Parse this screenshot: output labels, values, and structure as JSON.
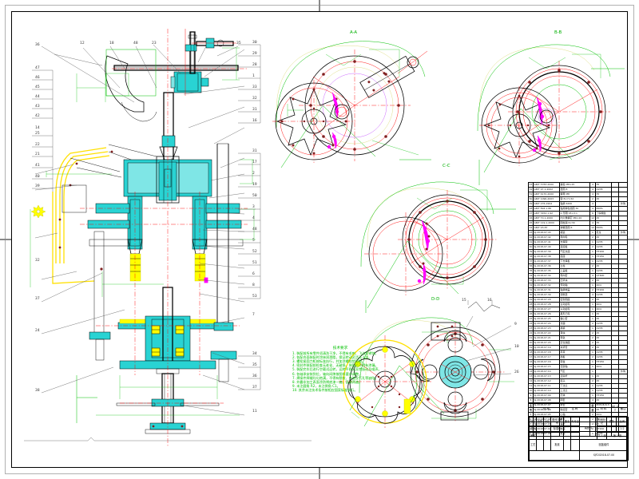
{
  "sheet": {
    "format": "A1 landscape technical drawing",
    "background": "#ffffff",
    "border_color": "#000000",
    "outer_frame_color": "#b0b0b0"
  },
  "colors": {
    "outline": "#000000",
    "centerline": "#ff0000",
    "dimension": "#00c000",
    "highlight_yellow": "#ffff00",
    "body_cyan": "#00c8c8",
    "magenta": "#ff00ff",
    "construction": "#e8e8a0"
  },
  "views": [
    {
      "id": "main",
      "caption": "",
      "note": "main sectional assembly elevation"
    },
    {
      "id": "aa",
      "caption": "A-A",
      "note": "star cam and flange plan"
    },
    {
      "id": "bb",
      "caption": "B-B",
      "note": "star cam and bearing ring plan"
    },
    {
      "id": "cc",
      "caption": "C-C",
      "note": "twin ring plan"
    },
    {
      "id": "dd",
      "caption": "D-D",
      "note": "rotor and carrier plan"
    }
  ],
  "notes": {
    "title": "技术要求",
    "lines": [
      "1. 装配前所有零件须清洗干净，不得有毛刺、飞边及锈蚀。",
      "2. 各配合面装配时涂抹润滑脂，保证转动灵活无卡滞。",
      "3. 螺栓紧固力矩按标准执行，并加涂螺纹锁固胶。",
      "4. 密封件装配前检查无老化、无破损，装配后不得有渗漏。",
      "5. 装配完毕后进行空载试运转，运转平稳无异常振动及噪声。",
      "6. 各轴承安装到位，轴向间隙按图样要求调整。",
      "7. 焊接件焊缝均匀饱满，不得有裂纹、夹渣及气孔等缺陷。",
      "8. 外露非加工表面涂防锈底漆一遍，面漆两遍。",
      "9. 未注圆角 R2，未注倒角 C1。",
      "10. 其余未注技术条件按相应国家标准执行。"
    ]
  },
  "balloons": {
    "left_column_top": [
      "36",
      "47",
      "46",
      "45",
      "44",
      "43",
      "42",
      "25",
      "22",
      "21",
      "41",
      "40",
      "39",
      "14"
    ],
    "left_column_bottom": [
      "32",
      "37",
      "24",
      "38"
    ],
    "top_row": [
      "12",
      "18",
      "48",
      "23",
      "35"
    ],
    "right_column": [
      "30",
      "29",
      "28",
      "1",
      "33",
      "32",
      "31",
      "16",
      "31",
      "17",
      "2",
      "19",
      "50",
      "3",
      "4",
      "48",
      "5",
      "52",
      "51",
      "6",
      "8",
      "53",
      "7",
      "34",
      "35",
      "36",
      "37",
      "11"
    ],
    "bottom_right": [
      "9",
      "10",
      "26"
    ],
    "dd_view": [
      "15",
      "16"
    ]
  },
  "bom": {
    "headers": [
      "序号",
      "代 号",
      "名 称",
      "数量",
      "材 料",
      "单件  总计",
      "备注"
    ],
    "header_group_label": "重量",
    "rows": [
      {
        "no": "53",
        "code": "GB/T 5783-2000",
        "name": "螺栓 M8×25",
        "qty": "4",
        "mat": "35",
        "w1": "",
        "w2": "",
        "rem": ""
      },
      {
        "no": "52",
        "code": "GB/T 97.1-2002",
        "name": "垫圈 8",
        "qty": "4",
        "mat": "Q235",
        "w1": "",
        "w2": "",
        "rem": ""
      },
      {
        "no": "51",
        "code": "GB/T 6170-2000",
        "name": "螺母 M8",
        "qty": "4",
        "mat": "35",
        "w1": "",
        "w2": "",
        "rem": ""
      },
      {
        "no": "50",
        "code": "GB/T 1096-2003",
        "name": "键 8×7×32",
        "qty": "2",
        "mat": "45",
        "w1": "",
        "w2": "",
        "rem": ""
      },
      {
        "no": "49",
        "code": "GB/T 276-1994",
        "name": "轴承 6206",
        "qty": "4",
        "mat": "",
        "w1": "",
        "w2": "",
        "rem": "外购"
      },
      {
        "no": "48",
        "code": "GB/T 894.1-86",
        "name": "轴用弹性挡圈 30",
        "qty": "4",
        "mat": "65Mn",
        "w1": "",
        "w2": "",
        "rem": ""
      },
      {
        "no": "47",
        "code": "GB/T 3452.1-92",
        "name": "O 形圈 45×3.1",
        "qty": "6",
        "mat": "丁腈橡胶",
        "w1": "",
        "w2": "",
        "rem": ""
      },
      {
        "no": "46",
        "code": "GB/T 70.1-2000",
        "name": "内六角螺钉 M6×20",
        "qty": "12",
        "mat": "45",
        "w1": "",
        "w2": "",
        "rem": ""
      },
      {
        "no": "45",
        "code": "GB/T 119.1-2000",
        "name": "圆柱销 6×30",
        "qty": "4",
        "mat": "35",
        "w1": "",
        "w2": "",
        "rem": ""
      },
      {
        "no": "44",
        "code": "GB/T 93-87",
        "name": "弹簧垫圈 6",
        "qty": "12",
        "mat": "65Mn",
        "w1": "",
        "w2": "",
        "rem": ""
      },
      {
        "no": "43",
        "code": "SJ-2018-07-43",
        "name": "拖链",
        "qty": "1",
        "mat": "尼龙",
        "w1": "",
        "w2": "",
        "rem": "外购"
      },
      {
        "no": "42",
        "code": "SJ-2018-07-42",
        "name": "导向轮",
        "qty": "2",
        "mat": "45",
        "w1": "",
        "w2": "",
        "rem": ""
      },
      {
        "no": "41",
        "code": "SJ-2018-07-41",
        "name": "支撑架",
        "qty": "1",
        "mat": "Q235",
        "w1": "",
        "w2": "",
        "rem": ""
      },
      {
        "no": "40",
        "code": "SJ-2018-07-40",
        "name": "连接板",
        "qty": "2",
        "mat": "Q235",
        "w1": "",
        "w2": "",
        "rem": ""
      },
      {
        "no": "39",
        "code": "SJ-2018-07-39",
        "name": "气缸支座",
        "qty": "1",
        "mat": "HT200",
        "w1": "",
        "w2": "",
        "rem": ""
      },
      {
        "no": "38",
        "code": "SJ-2018-07-38",
        "name": "底座",
        "qty": "1",
        "mat": "HT250",
        "w1": "",
        "w2": "",
        "rem": ""
      },
      {
        "no": "37",
        "code": "SJ-2018-07-37",
        "name": "下支撑板",
        "qty": "1",
        "mat": "Q235",
        "w1": "",
        "w2": "",
        "rem": ""
      },
      {
        "no": "36",
        "code": "SJ-2018-07-36",
        "name": "立柱",
        "qty": "2",
        "mat": "45",
        "w1": "",
        "w2": "",
        "rem": ""
      },
      {
        "no": "35",
        "code": "SJ-2018-07-35",
        "name": "上盖板",
        "qty": "1",
        "mat": "Q235",
        "w1": "",
        "w2": "",
        "rem": ""
      },
      {
        "no": "34",
        "code": "SJ-2018-07-34",
        "name": "导向套",
        "qty": "4",
        "mat": "QT600",
        "w1": "",
        "w2": "",
        "rem": ""
      },
      {
        "no": "33",
        "code": "SJ-2018-07-33",
        "name": "压紧块",
        "qty": "2",
        "mat": "45",
        "w1": "",
        "w2": "",
        "rem": ""
      },
      {
        "no": "32",
        "code": "SJ-2018-07-32",
        "name": "传动轴",
        "qty": "1",
        "mat": "40Cr",
        "w1": "",
        "w2": "",
        "rem": ""
      },
      {
        "no": "31",
        "code": "SJ-2018-07-31",
        "name": "轴承端盖",
        "qty": "2",
        "mat": "HT200",
        "w1": "",
        "w2": "",
        "rem": ""
      },
      {
        "no": "30",
        "code": "SJ-2018-07-30",
        "name": "调整垫",
        "qty": "4",
        "mat": "Q235",
        "w1": "",
        "w2": "",
        "rem": ""
      },
      {
        "no": "29",
        "code": "SJ-2018-07-29",
        "name": "密封圈座",
        "qty": "2",
        "mat": "45",
        "w1": "",
        "w2": "",
        "rem": ""
      },
      {
        "no": "28",
        "code": "SJ-2018-07-28",
        "name": "主动齿轮",
        "qty": "1",
        "mat": "40Cr",
        "w1": "",
        "w2": "",
        "rem": ""
      },
      {
        "no": "27",
        "code": "SJ-2018-07-27",
        "name": "从动齿轮",
        "qty": "1",
        "mat": "40Cr",
        "w1": "",
        "w2": "",
        "rem": ""
      },
      {
        "no": "26",
        "code": "SJ-2018-07-26",
        "name": "星形凸轮",
        "qty": "1",
        "mat": "45",
        "w1": "",
        "w2": "",
        "rem": ""
      },
      {
        "no": "25",
        "code": "SJ-2018-07-25",
        "name": "偏心套",
        "qty": "1",
        "mat": "45",
        "w1": "",
        "w2": "",
        "rem": ""
      },
      {
        "no": "24",
        "code": "SJ-2018-07-24",
        "name": "支腿",
        "qty": "2",
        "mat": "Q235",
        "w1": "",
        "w2": "",
        "rem": ""
      },
      {
        "no": "23",
        "code": "SJ-2018-07-23",
        "name": "横梁",
        "qty": "1",
        "mat": "Q235",
        "w1": "",
        "w2": "",
        "rem": ""
      },
      {
        "no": "22",
        "code": "SJ-2018-07-22",
        "name": "滑块",
        "qty": "2",
        "mat": "45",
        "w1": "",
        "w2": "",
        "rem": ""
      },
      {
        "no": "21",
        "code": "SJ-2018-07-21",
        "name": "导轨",
        "qty": "2",
        "mat": "45",
        "w1": "",
        "w2": "",
        "rem": ""
      },
      {
        "no": "20",
        "code": "SJ-2018-07-20",
        "name": "定位销座",
        "qty": "2",
        "mat": "45",
        "w1": "",
        "w2": "",
        "rem": ""
      },
      {
        "no": "19",
        "code": "SJ-2018-07-19",
        "name": "夹紧臂",
        "qty": "2",
        "mat": "45",
        "w1": "",
        "w2": "",
        "rem": ""
      },
      {
        "no": "18",
        "code": "SJ-2018-07-18",
        "name": "吊耳",
        "qty": "1",
        "mat": "Q235",
        "w1": "",
        "w2": "",
        "rem": ""
      },
      {
        "no": "17",
        "code": "SJ-2018-07-17",
        "name": "挡板",
        "qty": "2",
        "mat": "Q235",
        "w1": "",
        "w2": "",
        "rem": ""
      },
      {
        "no": "16",
        "code": "SJ-2018-07-16",
        "name": "转盘",
        "qty": "1",
        "mat": "HT250",
        "w1": "",
        "w2": "",
        "rem": ""
      },
      {
        "no": "15",
        "code": "SJ-2018-07-15",
        "name": "花键轴",
        "qty": "1",
        "mat": "40Cr",
        "w1": "",
        "w2": "",
        "rem": ""
      },
      {
        "no": "14",
        "code": "SJ-2018-07-14",
        "name": "气缸",
        "qty": "1",
        "mat": "",
        "w1": "",
        "w2": "",
        "rem": "外购"
      },
      {
        "no": "13",
        "code": "SJ-2018-07-13",
        "name": "活塞杆",
        "qty": "1",
        "mat": "45",
        "w1": "",
        "w2": "",
        "rem": ""
      },
      {
        "no": "12",
        "code": "SJ-2018-07-12",
        "name": "接头",
        "qty": "2",
        "mat": "45",
        "w1": "",
        "w2": "",
        "rem": ""
      },
      {
        "no": "11",
        "code": "SJ-2018-07-11",
        "name": "下法兰",
        "qty": "1",
        "mat": "Q235",
        "w1": "",
        "w2": "",
        "rem": ""
      },
      {
        "no": "10",
        "code": "SJ-2018-07-10",
        "name": "上法兰",
        "qty": "1",
        "mat": "Q235",
        "w1": "",
        "w2": "",
        "rem": ""
      },
      {
        "no": "9",
        "code": "SJ-2018-07-09",
        "name": "壳体",
        "qty": "1",
        "mat": "HT250",
        "w1": "",
        "w2": "",
        "rem": ""
      },
      {
        "no": "8",
        "code": "SJ-2018-07-08",
        "name": "隔套",
        "qty": "4",
        "mat": "45",
        "w1": "",
        "w2": "",
        "rem": ""
      },
      {
        "no": "7",
        "code": "SJ-2018-07-07",
        "name": "衬套",
        "qty": "2",
        "mat": "ZQSn6-6-3",
        "w1": "",
        "w2": "",
        "rem": ""
      },
      {
        "no": "6",
        "code": "SJ-2018-07-06",
        "name": "联接套",
        "qty": "2",
        "mat": "45",
        "w1": "",
        "w2": "",
        "rem": ""
      },
      {
        "no": "5",
        "code": "SJ-2018-07-05",
        "name": "心轴",
        "qty": "2",
        "mat": "40Cr",
        "w1": "",
        "w2": "",
        "rem": ""
      },
      {
        "no": "4",
        "code": "SJ-2018-07-04",
        "name": "拨叉",
        "qty": "2",
        "mat": "45",
        "w1": "",
        "w2": "",
        "rem": ""
      },
      {
        "no": "3",
        "code": "SJ-2018-07-03",
        "name": "摆杆",
        "qty": "2",
        "mat": "45",
        "w1": "",
        "w2": "",
        "rem": ""
      },
      {
        "no": "2",
        "code": "SJ-2018-07-02",
        "name": "支座",
        "qty": "2",
        "mat": "HT200",
        "w1": "",
        "w2": "",
        "rem": ""
      },
      {
        "no": "1",
        "code": "SJ-2018-07-01",
        "name": "机架",
        "qty": "1",
        "mat": "Q235",
        "w1": "",
        "w2": "",
        "rem": ""
      }
    ]
  },
  "title_block": {
    "part_name": "装配件",
    "asm_label": "回盖组件",
    "drawing_no": "SJF2I2018-07-00",
    "fields": {
      "mark": "标记",
      "count": "处数",
      "分区": "分区",
      "change_no": "更改文件号",
      "sign": "签名",
      "date": "年月日",
      "design": "设计",
      "std": "标准化",
      "stage": "阶段标记",
      "weight": "重量",
      "scale": "比例",
      "check": "审核",
      "process": "工艺",
      "approve": "批准",
      "sheet_a": "共 1 张",
      "sheet_b": "第 1 张",
      "scale_val": "1:2"
    }
  }
}
